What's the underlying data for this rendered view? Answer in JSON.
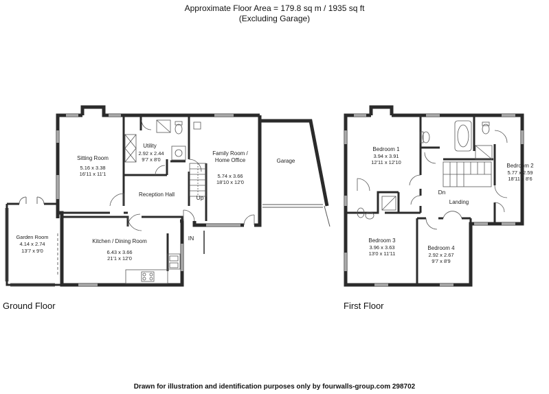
{
  "header": {
    "area_line": "Approximate Floor Area = 179.8 sq m / 1935 sq ft",
    "excluding_line": "(Excluding Garage)"
  },
  "floors": {
    "ground": {
      "label": "Ground Floor"
    },
    "first": {
      "label": "First Floor"
    }
  },
  "rooms": {
    "sitting_room": {
      "name": "Sitting Room",
      "metric": "5.16 x 3.38",
      "imperial": "16'11 x 11'1"
    },
    "utility": {
      "name": "Utility",
      "metric": "2.92 x 2.44",
      "imperial": "9'7 x 8'0"
    },
    "family_room": {
      "name_line1": "Family Room /",
      "name_line2": "Home Office",
      "metric": "5.74 x 3.66",
      "imperial": "18'10 x 12'0"
    },
    "garage": {
      "name": "Garage"
    },
    "reception_hall": {
      "name": "Reception Hall"
    },
    "garden_room": {
      "name": "Garden Room",
      "metric": "4.14 x 2.74",
      "imperial": "13'7 x 9'0"
    },
    "kitchen": {
      "name": "Kitchen / Dining Room",
      "metric": "6.43 x 3.66",
      "imperial": "21'1 x 12'0"
    },
    "bedroom1": {
      "name": "Bedroom 1",
      "metric": "3.94 x 3.91",
      "imperial": "12'11 x 12'10"
    },
    "bedroom2": {
      "name": "Bedroom 2",
      "metric": "5.77 x 2.59",
      "imperial": "18'11 x 8'6"
    },
    "bedroom3": {
      "name": "Bedroom 3",
      "metric": "3.96 x 3.63",
      "imperial": "13'0 x 11'11"
    },
    "bedroom4": {
      "name": "Bedroom 4",
      "metric": "2.92 x 2.67",
      "imperial": "9'7 x 8'9"
    },
    "landing": {
      "name": "Landing"
    }
  },
  "markers": {
    "up": "Up",
    "dn": "Dn",
    "in": "IN"
  },
  "footer": {
    "text": "Drawn for illustration and identification purposes only by fourwalls-group.com 298702"
  },
  "colors": {
    "wall": "#2b2b2b",
    "line": "#333333",
    "window": "#ffffff"
  }
}
